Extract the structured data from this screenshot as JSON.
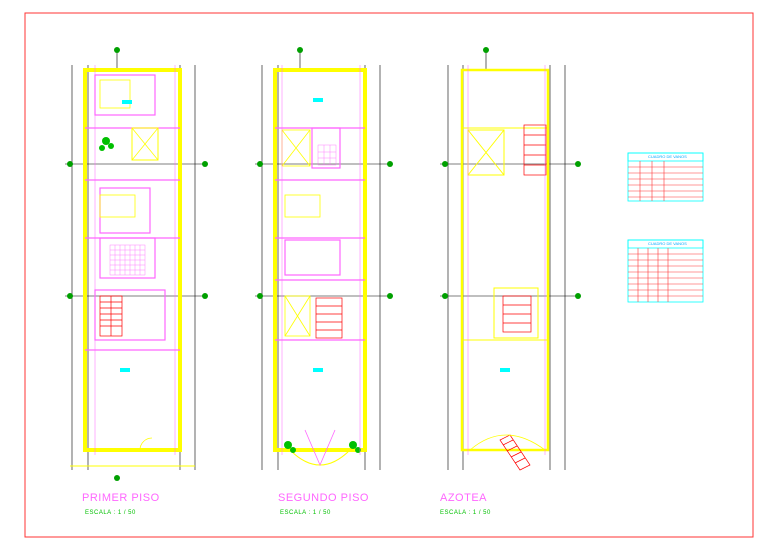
{
  "plans": [
    {
      "title": "PRIMER PISO",
      "scale": "ESCALA : 1 / 50"
    },
    {
      "title": "SEGUNDO PISO",
      "scale": "ESCALA : 1 / 50"
    },
    {
      "title": "AZOTEA",
      "scale": "ESCALA : 1 / 50"
    }
  ],
  "tables": [
    {
      "title": "CUADRO DE VANOS"
    },
    {
      "title": "CUADRO DE VANOS"
    }
  ],
  "colors": {
    "border": "#ff3333",
    "wall": "#ffff00",
    "partition": "#ff66ff",
    "detail": "#ff0000",
    "axis": "#00a000",
    "grid": "#000000",
    "stair": "#ff0000",
    "label": "#00ffff",
    "plant": "#00c000"
  }
}
